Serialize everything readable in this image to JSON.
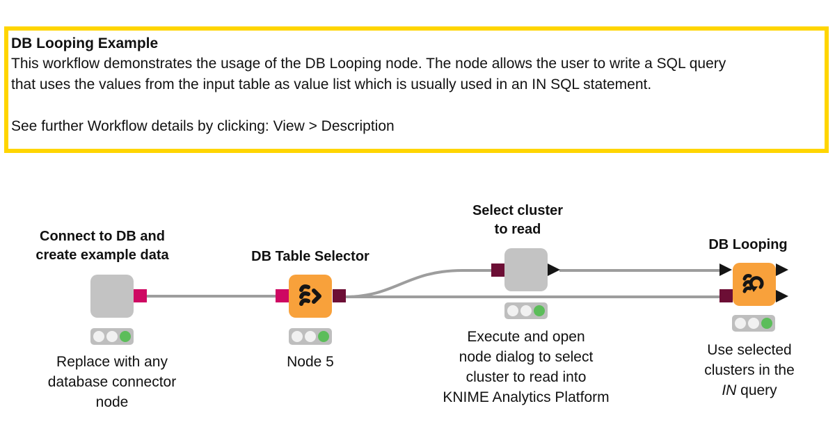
{
  "annotation": {
    "title": "DB Looping Example",
    "paragraph_lines": [
      "This workflow demonstrates the usage of the DB Looping node. The node allows the user to write a SQL query",
      "that uses the values from the input table as value list which is usually used in an IN SQL statement."
    ],
    "hint": "See further Workflow details by clicking: View > Description",
    "border_color": "#FFD500"
  },
  "workflow": {
    "nodes": [
      {
        "id": "db-connector",
        "title_lines": [
          "Connect to DB and",
          "create example data"
        ],
        "comment_lines": [
          "Replace with any",
          "database connector",
          "node"
        ],
        "status": "executed"
      },
      {
        "id": "db-table-selector",
        "title_lines": [
          "DB Table Selector"
        ],
        "comment_lines": [
          "Node 5"
        ],
        "status": "executed"
      },
      {
        "id": "select-cluster",
        "title_lines": [
          "Select cluster",
          "to read"
        ],
        "comment_lines": [
          "Execute and open",
          "node dialog to select",
          "cluster to read into",
          "KNIME Analytics Platform"
        ],
        "status": "executed"
      },
      {
        "id": "db-looping",
        "title_lines": [
          "DB Looping"
        ],
        "comment_lines": [
          "Use selected",
          "clusters in the"
        ],
        "comment_italic_word": "IN",
        "comment_after_italic": " query",
        "status": "executed"
      }
    ],
    "colors": {
      "node_gray": "#C3C3C3",
      "node_orange": "#F8A13B",
      "db_data_port": "#CE0862",
      "db_connection_port": "#6C0E35",
      "flow_port_black": "#151515",
      "connection_line": "#9D9D9D",
      "traffic_bg": "#BEBEBE",
      "traffic_off": "#F1F1F1",
      "traffic_green": "#5CBD5A",
      "annotation_yellow": "#FFD500"
    }
  }
}
